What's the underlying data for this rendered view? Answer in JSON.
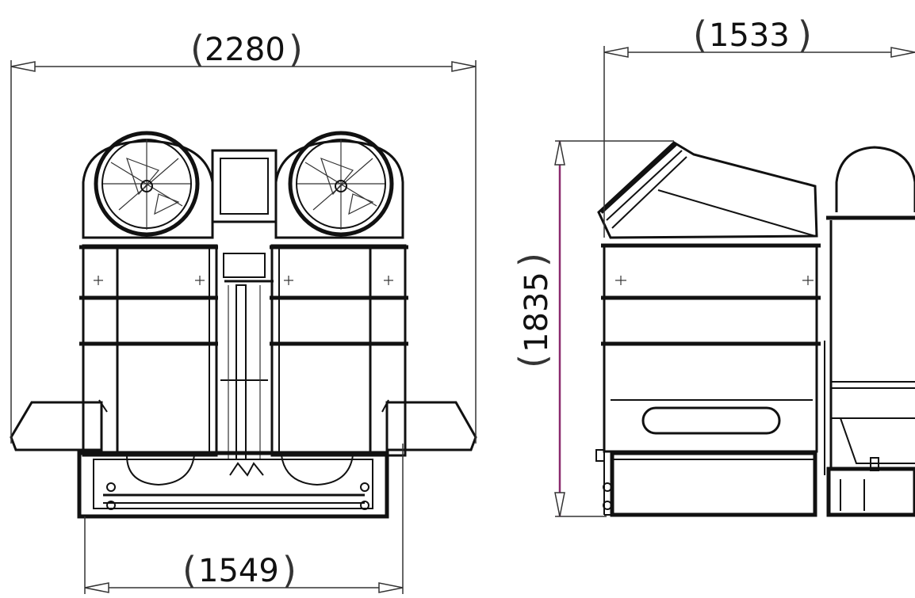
{
  "dimensions": {
    "front_width": "2280",
    "base_width": "1549",
    "side_width": "1533",
    "height": "1835"
  },
  "colors": {
    "height_dimension_line": "#8a2a6e",
    "line": "#111111",
    "background": "#ffffff"
  }
}
